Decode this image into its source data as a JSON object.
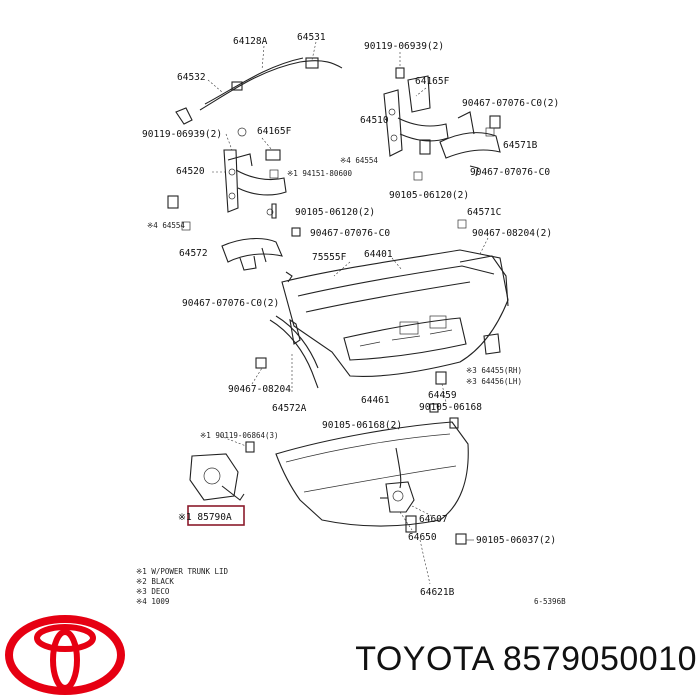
{
  "labels": {
    "l64128a": "64128A",
    "l64531": "64531",
    "l90119a": "90119-06939(2)",
    "l64532": "64532",
    "l64165f_top": "64165F",
    "l90467a": "90467-07076-C0(2)",
    "l64510": "64510",
    "l64571b": "64571B",
    "l90119b": "90119-06939(2)",
    "l64165f_left": "64165F",
    "l64554_top": "※4 64554",
    "l90467b": "90467-07076-C0",
    "l64520": "64520",
    "l94151": "※1 94151-80600",
    "l90105a": "90105-06120(2)",
    "l90105b": "90105-06120(2)",
    "l64571c": "64571C",
    "l64554_left": "※4 64554",
    "l90467c": "90467-07076-C0",
    "l90467d": "90467-08204(2)",
    "l64401": "64401",
    "l75555f": "75555F",
    "l64572": "64572",
    "l90467e": "90467-07076-C0(2)",
    "l64455": "※3 64455(RH)",
    "l64456": "※3 64456(LH)",
    "l90467f": "90467-08204",
    "l64459": "64459",
    "l64461": "64461",
    "l90105c": "90105-06168",
    "l64572a": "64572A",
    "l90105d": "90105-06168(2)",
    "l90119c": "※1 90119-06864(3)",
    "l85790a": "※1 85790A",
    "l64607": "64607",
    "l64650": "64650",
    "l90105e": "90105-06037(2)",
    "l64621b": "64621B",
    "notes": [
      "※1 W/POWER TRUNK LID",
      "※2 BLACK",
      "※3 DECO",
      "※4 1009"
    ],
    "ref": "6-5396B"
  },
  "brand": {
    "text": "TOYOTA 8579050010"
  },
  "colors": {
    "highlight": "#8b1a2b",
    "logo": "#e60012"
  }
}
